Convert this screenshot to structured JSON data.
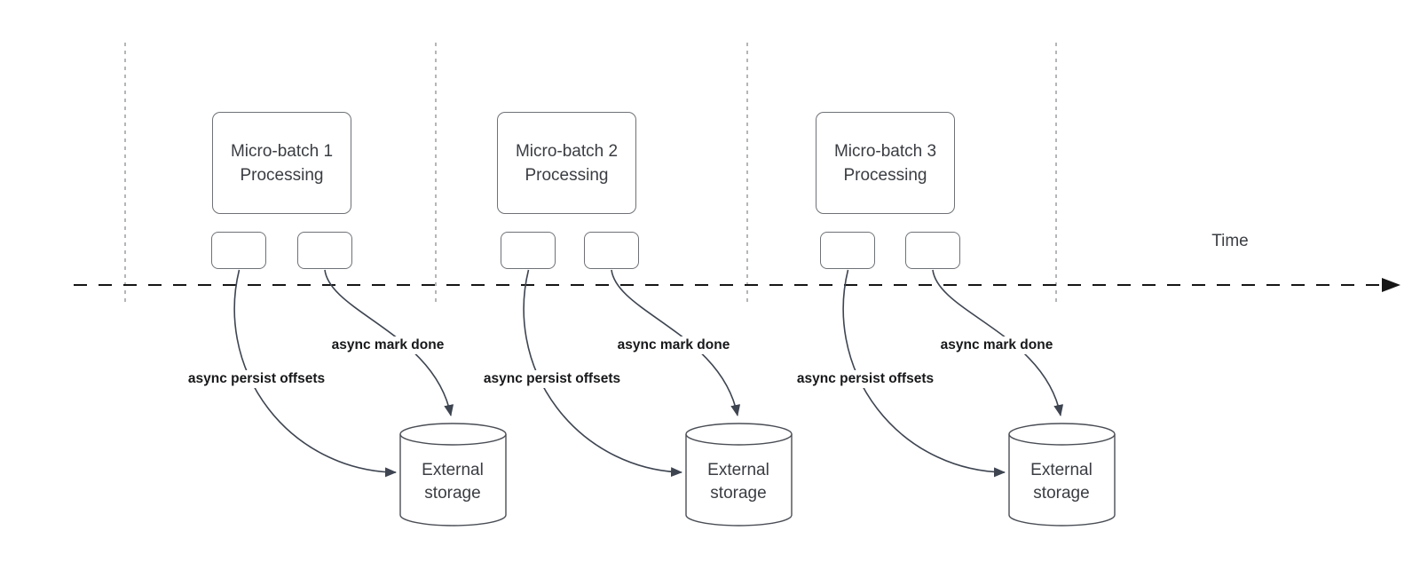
{
  "diagram": {
    "time_axis_label": "Time",
    "columns": [
      {
        "title": "Micro-batch 1\nProcessing",
        "persist_label": "async persist offsets",
        "mark_done_label": "async mark done",
        "storage_label": "External\nstorage"
      },
      {
        "title": "Micro-batch 2\nProcessing",
        "persist_label": "async persist offsets",
        "mark_done_label": "async mark done",
        "storage_label": "External\nstorage"
      },
      {
        "title": "Micro-batch 3\nProcessing",
        "persist_label": "async persist offsets",
        "mark_done_label": "async mark done",
        "storage_label": "External\nstorage"
      }
    ],
    "colors": {
      "arrow_line": "#3e4551",
      "box_border": "#6e7176",
      "body_text": "#3a3d42",
      "label_text": "#17181a",
      "timeline": "#161616",
      "gridline": "#9c9ea1"
    }
  }
}
